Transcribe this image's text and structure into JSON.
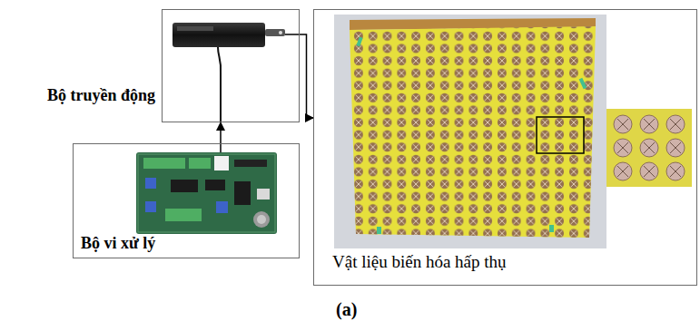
{
  "diagram": {
    "caption": "(a)",
    "nodes": [
      {
        "text": [
          "Bộ truyền động"
        ]
      },
      {
        "text": [
          "Bộ vi xử lý"
        ]
      },
      {
        "text": [
          "Vật liệu biến hóa hấp thụ"
        ]
      }
    ],
    "edges": [
      {
        "from": 1,
        "to": 0,
        "arrow": "to"
      },
      {
        "from": 0,
        "to": 2,
        "arrow": "to"
      }
    ]
  }
}
